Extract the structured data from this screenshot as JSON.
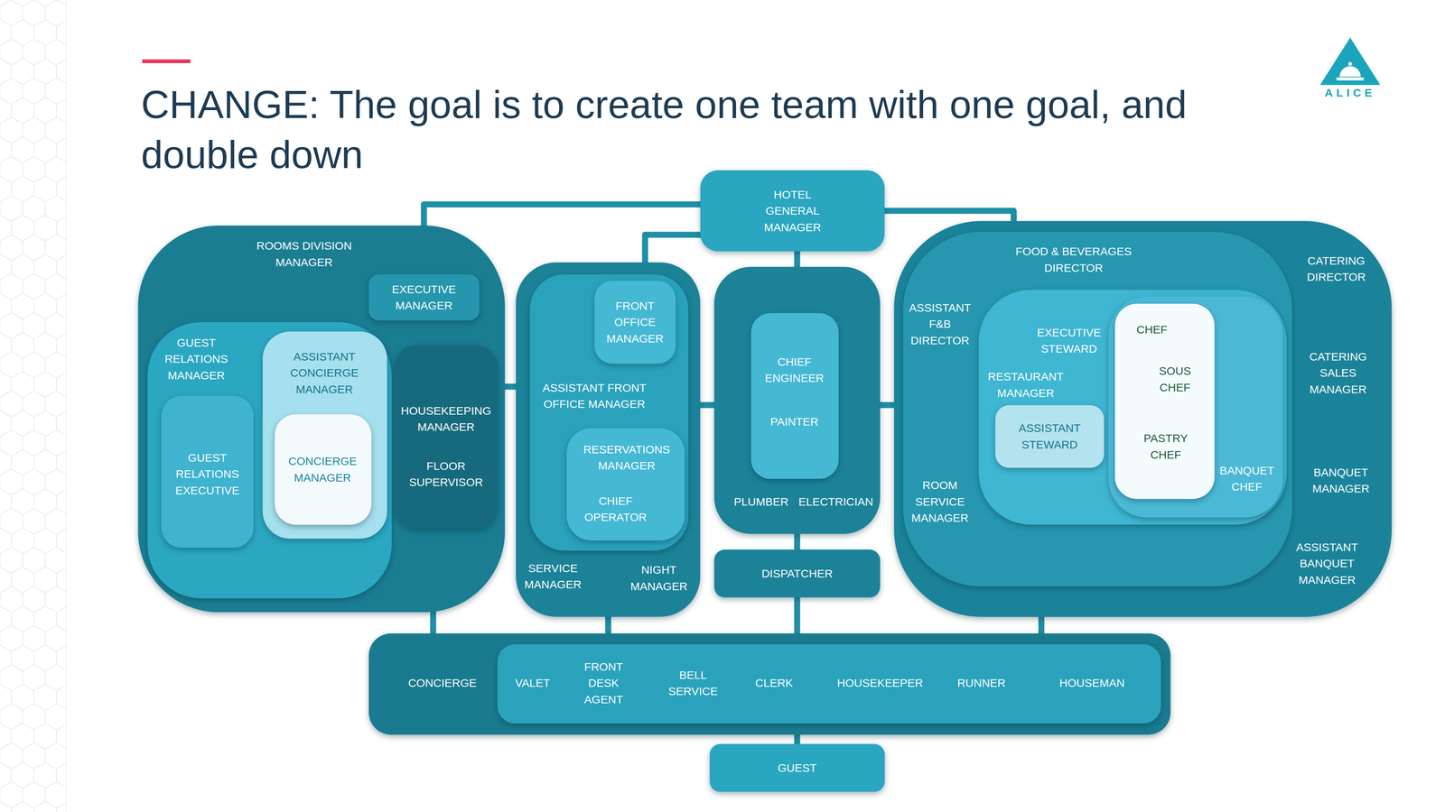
{
  "diagram": {
    "title": "CHANGE: The goal is to create one team with one goal, and double down",
    "nodes": [
      {
        "text": [
          "ROOMS DIVISION MANAGER"
        ]
      },
      {
        "text": [
          "EXECUTIVE MANAGER"
        ],
        "in": 0
      },
      {
        "text": [
          "GUEST RELATIONS MANAGER"
        ],
        "in": 0
      },
      {
        "text": [
          "GUEST RELATIONS EXECUTIVE"
        ],
        "in": 2
      },
      {
        "text": [
          "ASSISTANT CONCIERGE MANAGER"
        ],
        "in": 2
      },
      {
        "text": [
          "CONCIERGE MANAGER"
        ],
        "in": 4
      },
      {
        "text": [
          "HOUSEKEEPING MANAGER",
          "FLOOR SUPERVISOR"
        ],
        "in": 0
      },
      {
        "text": [
          "HOTEL GENERAL MANAGER"
        ]
      },
      {
        "text": [
          "SERVICE MANAGER",
          "NIGHT MANAGER"
        ]
      },
      {
        "text": [
          "ASSISTANT FRONT OFFICE MANAGER"
        ],
        "in": 8
      },
      {
        "text": [
          "FRONT OFFICE MANAGER"
        ],
        "in": 9
      },
      {
        "text": [
          "RESERVATIONS MANAGER",
          "CHIEF OPERATOR"
        ],
        "in": 9
      },
      {
        "text": [
          "PLUMBER",
          "ELECTRICIAN"
        ]
      },
      {
        "text": [
          "CHIEF ENGINEER",
          "PAINTER"
        ],
        "in": 12
      },
      {
        "text": [
          "DISPATCHER"
        ]
      },
      {
        "text": [
          "CATERING DIRECTOR",
          "CATERING SALES MANAGER",
          "BANQUET MANAGER",
          "ASSISTANT BANQUET MANAGER"
        ]
      },
      {
        "text": [
          "FOOD & BEVERAGES DIRECTOR",
          "ASSISTANT F&B DIRECTOR",
          "ROOM SERVICE MANAGER"
        ],
        "in": 15
      },
      {
        "text": [
          "EXECUTIVE STEWARD",
          "RESTAURANT MANAGER"
        ],
        "in": 16
      },
      {
        "text": [
          "ASSISTANT STEWARD"
        ],
        "in": 17
      },
      {
        "text": [
          "BANQUET CHEF"
        ],
        "in": 17
      },
      {
        "text": [
          "CHEF",
          "SOUS CHEF",
          "PASTRY CHEF"
        ],
        "in": 19
      },
      {
        "text": [
          "CONCIERGE"
        ]
      },
      {
        "text": [
          "VALET",
          "FRONT DESK AGENT",
          "BELL SERVICE",
          "CLERK",
          "HOUSEKEEPER",
          "RUNNER",
          "HOUSEMAN"
        ],
        "in": 21
      },
      {
        "text": [
          "GUEST"
        ]
      }
    ],
    "edges": [
      {
        "from": 7,
        "to": 0,
        "arrow": "none"
      },
      {
        "from": 7,
        "to": 8,
        "arrow": "none"
      },
      {
        "from": 7,
        "to": 12,
        "arrow": "none"
      },
      {
        "from": 7,
        "to": 15,
        "arrow": "none"
      },
      {
        "from": 0,
        "to": 21,
        "arrow": "none"
      },
      {
        "from": 8,
        "to": 21,
        "arrow": "none"
      },
      {
        "from": 14,
        "to": 21,
        "arrow": "none"
      },
      {
        "from": 12,
        "to": 14,
        "arrow": "none"
      },
      {
        "from": 15,
        "to": 21,
        "arrow": "none"
      },
      {
        "from": 0,
        "to": 8,
        "arrow": "none"
      },
      {
        "from": 8,
        "to": 12,
        "arrow": "none"
      },
      {
        "from": 12,
        "to": 15,
        "arrow": "none"
      },
      {
        "from": 21,
        "to": 23,
        "arrow": "none"
      }
    ],
    "labels": [
      "ALICE"
    ]
  }
}
